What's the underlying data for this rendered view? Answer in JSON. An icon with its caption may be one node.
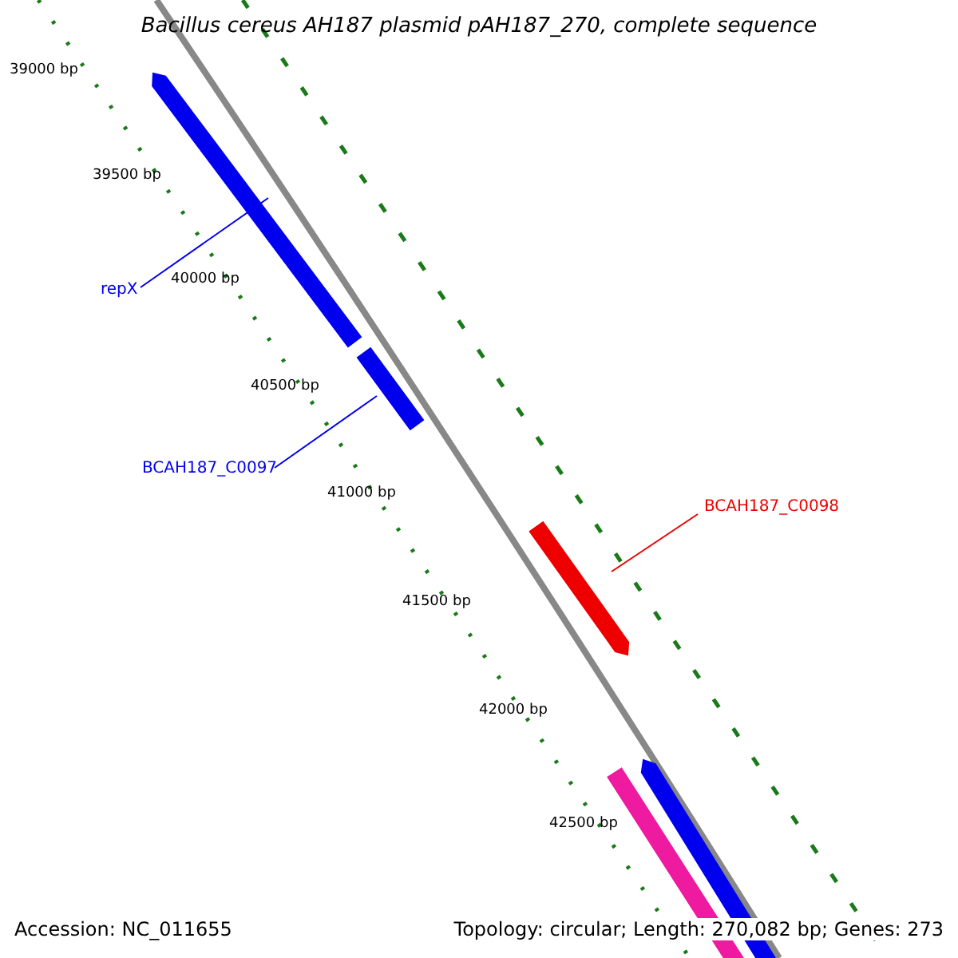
{
  "diagram": {
    "title": "Bacillus cereus AH187 plasmid pAH187_270, complete sequence",
    "nodes": [
      {
        "text": [
          "repX"
        ]
      },
      {
        "text": [],
        "shape": "bar"
      },
      {
        "text": [
          "BCAH187_C0097"
        ]
      },
      {
        "text": [],
        "shape": "bar"
      },
      {
        "text": [
          "BCAH187_C0098"
        ]
      },
      {
        "text": [],
        "shape": "bar"
      },
      {
        "text": [],
        "shape": "bar"
      },
      {
        "text": [],
        "shape": "bar"
      }
    ],
    "edges": [
      {
        "from": 0,
        "to": 1,
        "arrow": "none"
      },
      {
        "from": 2,
        "to": 3,
        "arrow": "none"
      },
      {
        "from": 4,
        "to": 5,
        "arrow": "none",
        "color": "#ee0000"
      }
    ],
    "labels": [
      "39000 bp",
      "39500 bp",
      "40000 bp",
      "40500 bp",
      "41000 bp",
      "41500 bp",
      "42000 bp",
      "42500 bp",
      "Accession: NC_011655",
      "Topology: circular; Length: 270,082 bp; Genes: 273"
    ]
  }
}
